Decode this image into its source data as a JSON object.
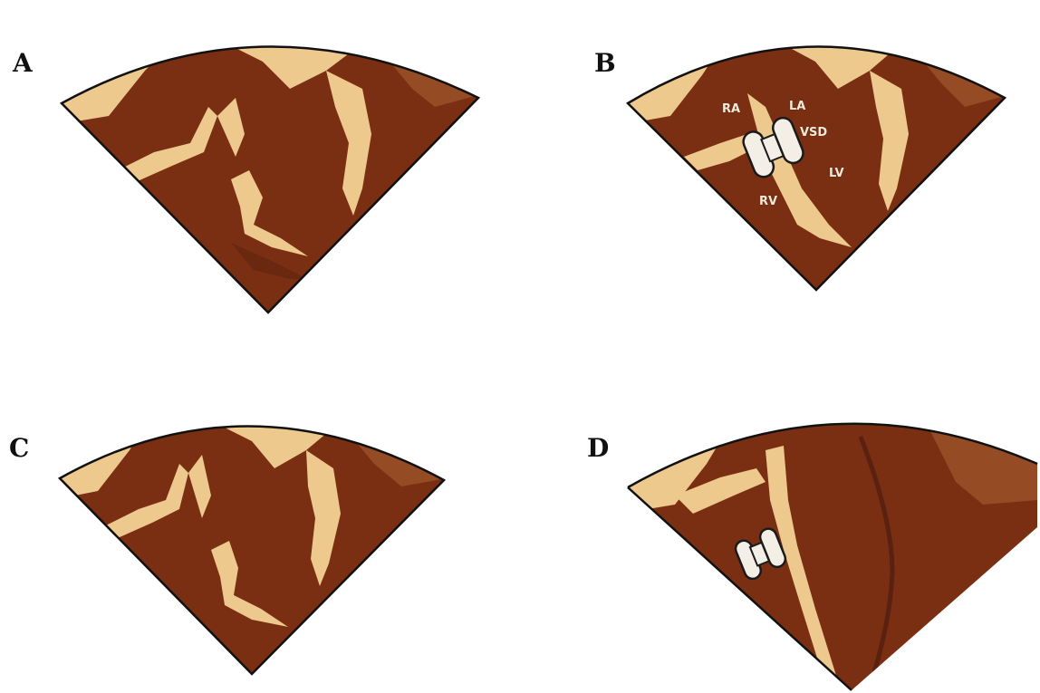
{
  "figure": {
    "colors": {
      "tissue": "#7b2f12",
      "tissue_dark": "#6a2810",
      "fluid": "#eec98e",
      "fluid_shadow": "#e2b878",
      "highlight": "#954b24",
      "outline": "#111111",
      "device": "#f3efe6",
      "device_outline": "#1a1a1a"
    },
    "panels": [
      {
        "letter": "A",
        "device": false,
        "labels": []
      },
      {
        "letter": "B",
        "device": true,
        "labels": [
          {
            "key": "ra",
            "text": "RA"
          },
          {
            "key": "la",
            "text": "LA"
          },
          {
            "key": "vsd",
            "text": "VSD"
          },
          {
            "key": "lv",
            "text": "LV"
          },
          {
            "key": "rv",
            "text": "RV"
          }
        ]
      },
      {
        "letter": "C",
        "device": false,
        "labels": []
      },
      {
        "letter": "D",
        "device": true,
        "labels": []
      }
    ]
  }
}
